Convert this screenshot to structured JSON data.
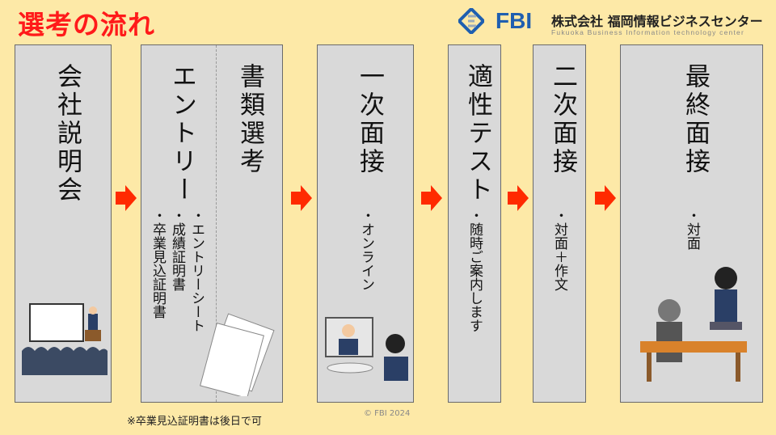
{
  "title": "選考の流れ",
  "logo": {
    "mark": "FBI",
    "jp": "株式会社 福岡情報ビジネスセンター",
    "en": "Fukuoka Business Information technology center"
  },
  "steps": [
    {
      "head": "会社説明会"
    },
    {
      "head": "エントリー",
      "items": [
        "エントリーシート",
        "成績証明書",
        "卒業見込証明書"
      ],
      "head2": "書類選考"
    },
    {
      "head": "一次面接",
      "items": [
        "オンライン"
      ]
    },
    {
      "head": "適性テスト",
      "items": [
        "随時ご案内します"
      ]
    },
    {
      "head": "二次面接",
      "items": [
        "対面＋作文"
      ]
    },
    {
      "head": "最終面接",
      "items": [
        "対面"
      ]
    }
  ],
  "note": "※卒業見込証明書は後日で可",
  "copyright": "© FBI 2024",
  "colors": {
    "accent": "#ff2a00",
    "background": "#fde9a7",
    "box": "#d9d9d9"
  }
}
